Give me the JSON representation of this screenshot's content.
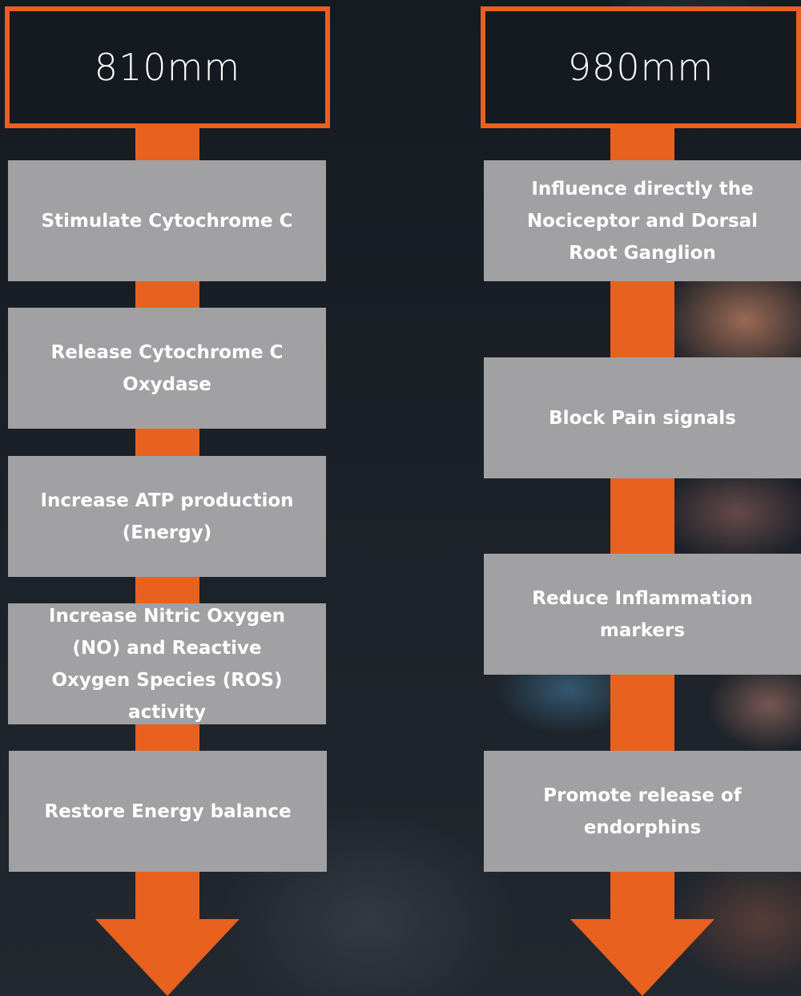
{
  "columns": [
    {
      "header": "810mm",
      "steps": [
        "Stimulate Cytochrome C",
        "Release Cytochrome C Oxydase",
        "Increase ATP production (Energy)",
        "Increase Nitric Oxygen (NO) and Reactive Oxygen Species (ROS) activity",
        "Restore Energy balance"
      ]
    },
    {
      "header": "980mm",
      "steps": [
        "Influence directly the Nociceptor and Dorsal Root Ganglion",
        "Block Pain signals",
        "Reduce Inflammation markers",
        "Promote release of endorphins"
      ]
    }
  ],
  "colors": {
    "accent": "#e8611f",
    "box": "#a1a0a2",
    "text": "#ffffff",
    "background": "#161b22"
  }
}
